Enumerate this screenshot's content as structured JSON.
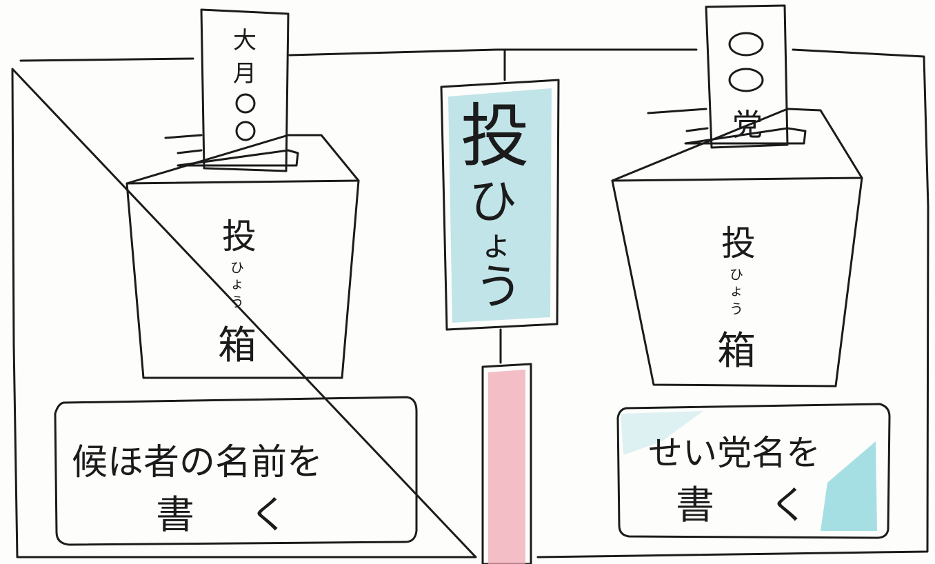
{
  "left_box": {
    "ballot_text": "大月○○",
    "box_label": [
      "投",
      "ひょう",
      "箱"
    ],
    "caption_line1": "候ほ者の名前を",
    "caption_line2": "書く"
  },
  "center_banner": {
    "label_chars": [
      "投",
      "ひ",
      "ょ",
      "う"
    ],
    "color": "#a9dbe0",
    "pole_color": "#e8899a"
  },
  "right_box": {
    "ballot_text": "○○党",
    "box_label": [
      "投",
      "ひょう",
      "箱"
    ],
    "caption_line1": "せい党名を",
    "caption_line2": "書く"
  },
  "colors": {
    "ink": "#1b1b1b",
    "paper": "#fdfdfb",
    "crayon_blue": "#5fc7d0",
    "crayon_pink": "#e8899a"
  }
}
